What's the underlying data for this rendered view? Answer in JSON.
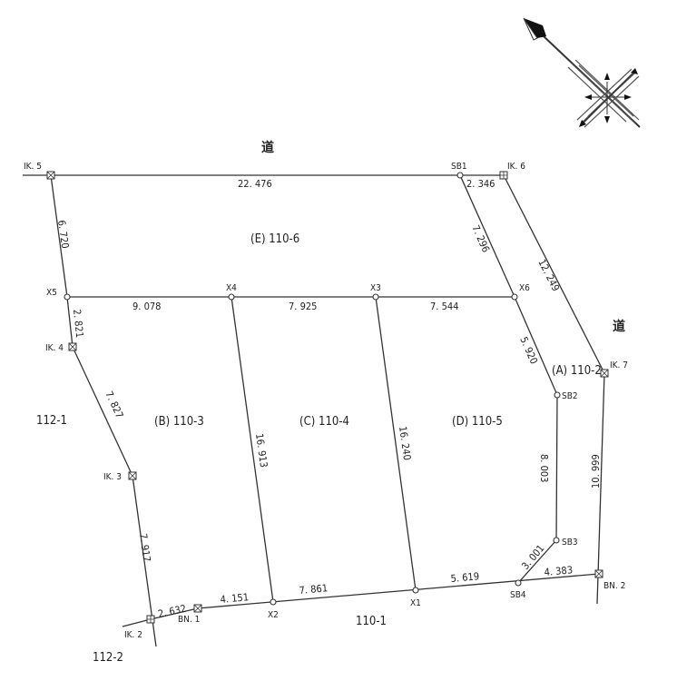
{
  "roads": {
    "north": "道",
    "east": "道"
  },
  "points": {
    "ik5": "IK. 5",
    "sb1": "SB1",
    "ik6": "IK. 6",
    "x5": "X5",
    "x4": "X4",
    "x3": "X3",
    "x6": "X6",
    "ik4": "IK. 4",
    "ik3": "IK. 3",
    "ik2": "IK. 2",
    "bn1": "BN. 1",
    "x2": "X2",
    "x1": "X1",
    "sb4": "SB4",
    "bn2": "BN. 2",
    "sb3": "SB3",
    "sb2": "SB2",
    "ik7": "IK. 7"
  },
  "lengths": {
    "ik5_sb1": "22. 476",
    "sb1_ik6": "2. 346",
    "ik5_x5": "6. 720",
    "sb1_x6": "7. 296",
    "ik6_ik7": "12. 249",
    "x5_x4": "9. 078",
    "x4_x3": "7. 925",
    "x3_x6": "7. 544",
    "x5_ik4": "2. 821",
    "x6_sb2": "5. 920",
    "ik4_ik3": "7. 827",
    "x4_x2": "16. 913",
    "x3_x1": "16. 240",
    "sb2_sb3": "8. 003",
    "ik7_bn2": "10. 999",
    "ik3_ik2": "7. 917",
    "sb3_sb4": "3. 001",
    "ik2_bn1": "2. 632",
    "bn1_x2": "4. 151",
    "x2_x1": "7. 861",
    "x1_sb4": "5. 619",
    "sb4_bn2": "4. 383"
  },
  "parcels": {
    "e": "(E) 110-6",
    "b": "(B) 110-3",
    "c": "(C) 110-4",
    "d": "(D) 110-5",
    "a": "(A) 110-2",
    "n112_1": "112-1",
    "n110_1": "110-1",
    "n112_2": "112-2"
  }
}
